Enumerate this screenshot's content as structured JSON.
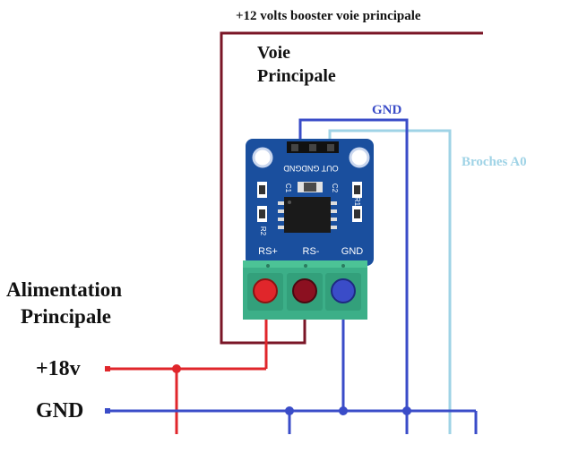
{
  "labels": {
    "booster": "+12 volts booster voie principale",
    "voie": "Voie",
    "principale": "Principale",
    "gnd_top": "GND",
    "broches": "Broches A0",
    "alim": "Alimentation",
    "alim_principale": "Principale",
    "plus18": "+18v",
    "gnd_bottom": "GND"
  },
  "module": {
    "header_label": "OUT GNDGND",
    "c1": "C1",
    "c2": "C2",
    "r1": "R1",
    "r2": "R2",
    "rs_plus": "RS+",
    "rs_minus": "RS-",
    "gnd": "GND"
  },
  "colors": {
    "booster_wire": "#7a1526",
    "supply_red": "#e0262b",
    "gnd_blue": "#3a4cc8",
    "a0_light_blue": "#9fd3e6",
    "pcb_blue": "#1a4f9e",
    "terminal_green": "#3caf88",
    "terminal_red": "#e0262b",
    "terminal_dark_red": "#8b1020",
    "terminal_blue": "#3a4cc8"
  }
}
